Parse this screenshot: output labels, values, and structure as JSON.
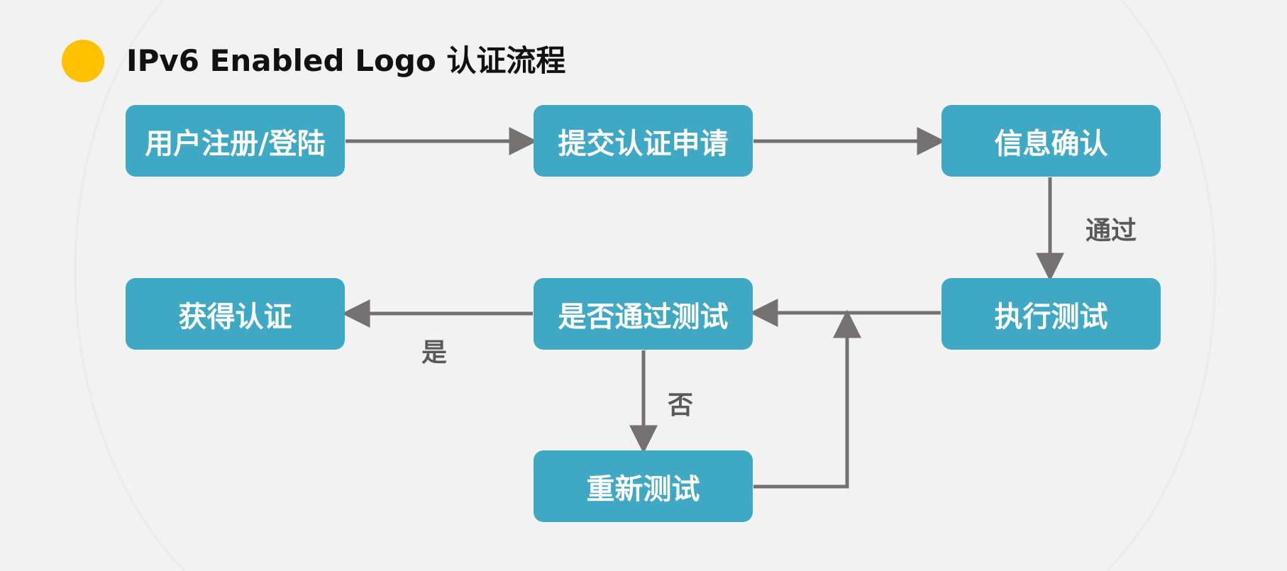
{
  "title": "IPv6 Enabled Logo 认证流程",
  "colors": {
    "accent_dot": "#ffc000",
    "box_fill": "#3fa9c5",
    "box_text": "#ffffff",
    "connector": "#767171",
    "label_text": "#595959",
    "background": "#f2f2f2"
  },
  "nodes": {
    "register": "用户注册/登陆",
    "submit": "提交认证申请",
    "confirm": "信息确认",
    "execute": "执行测试",
    "pass_check": "是否通过测试",
    "certified": "获得认证",
    "retest": "重新测试"
  },
  "edge_labels": {
    "passed": "通过",
    "yes": "是",
    "no": "否"
  }
}
